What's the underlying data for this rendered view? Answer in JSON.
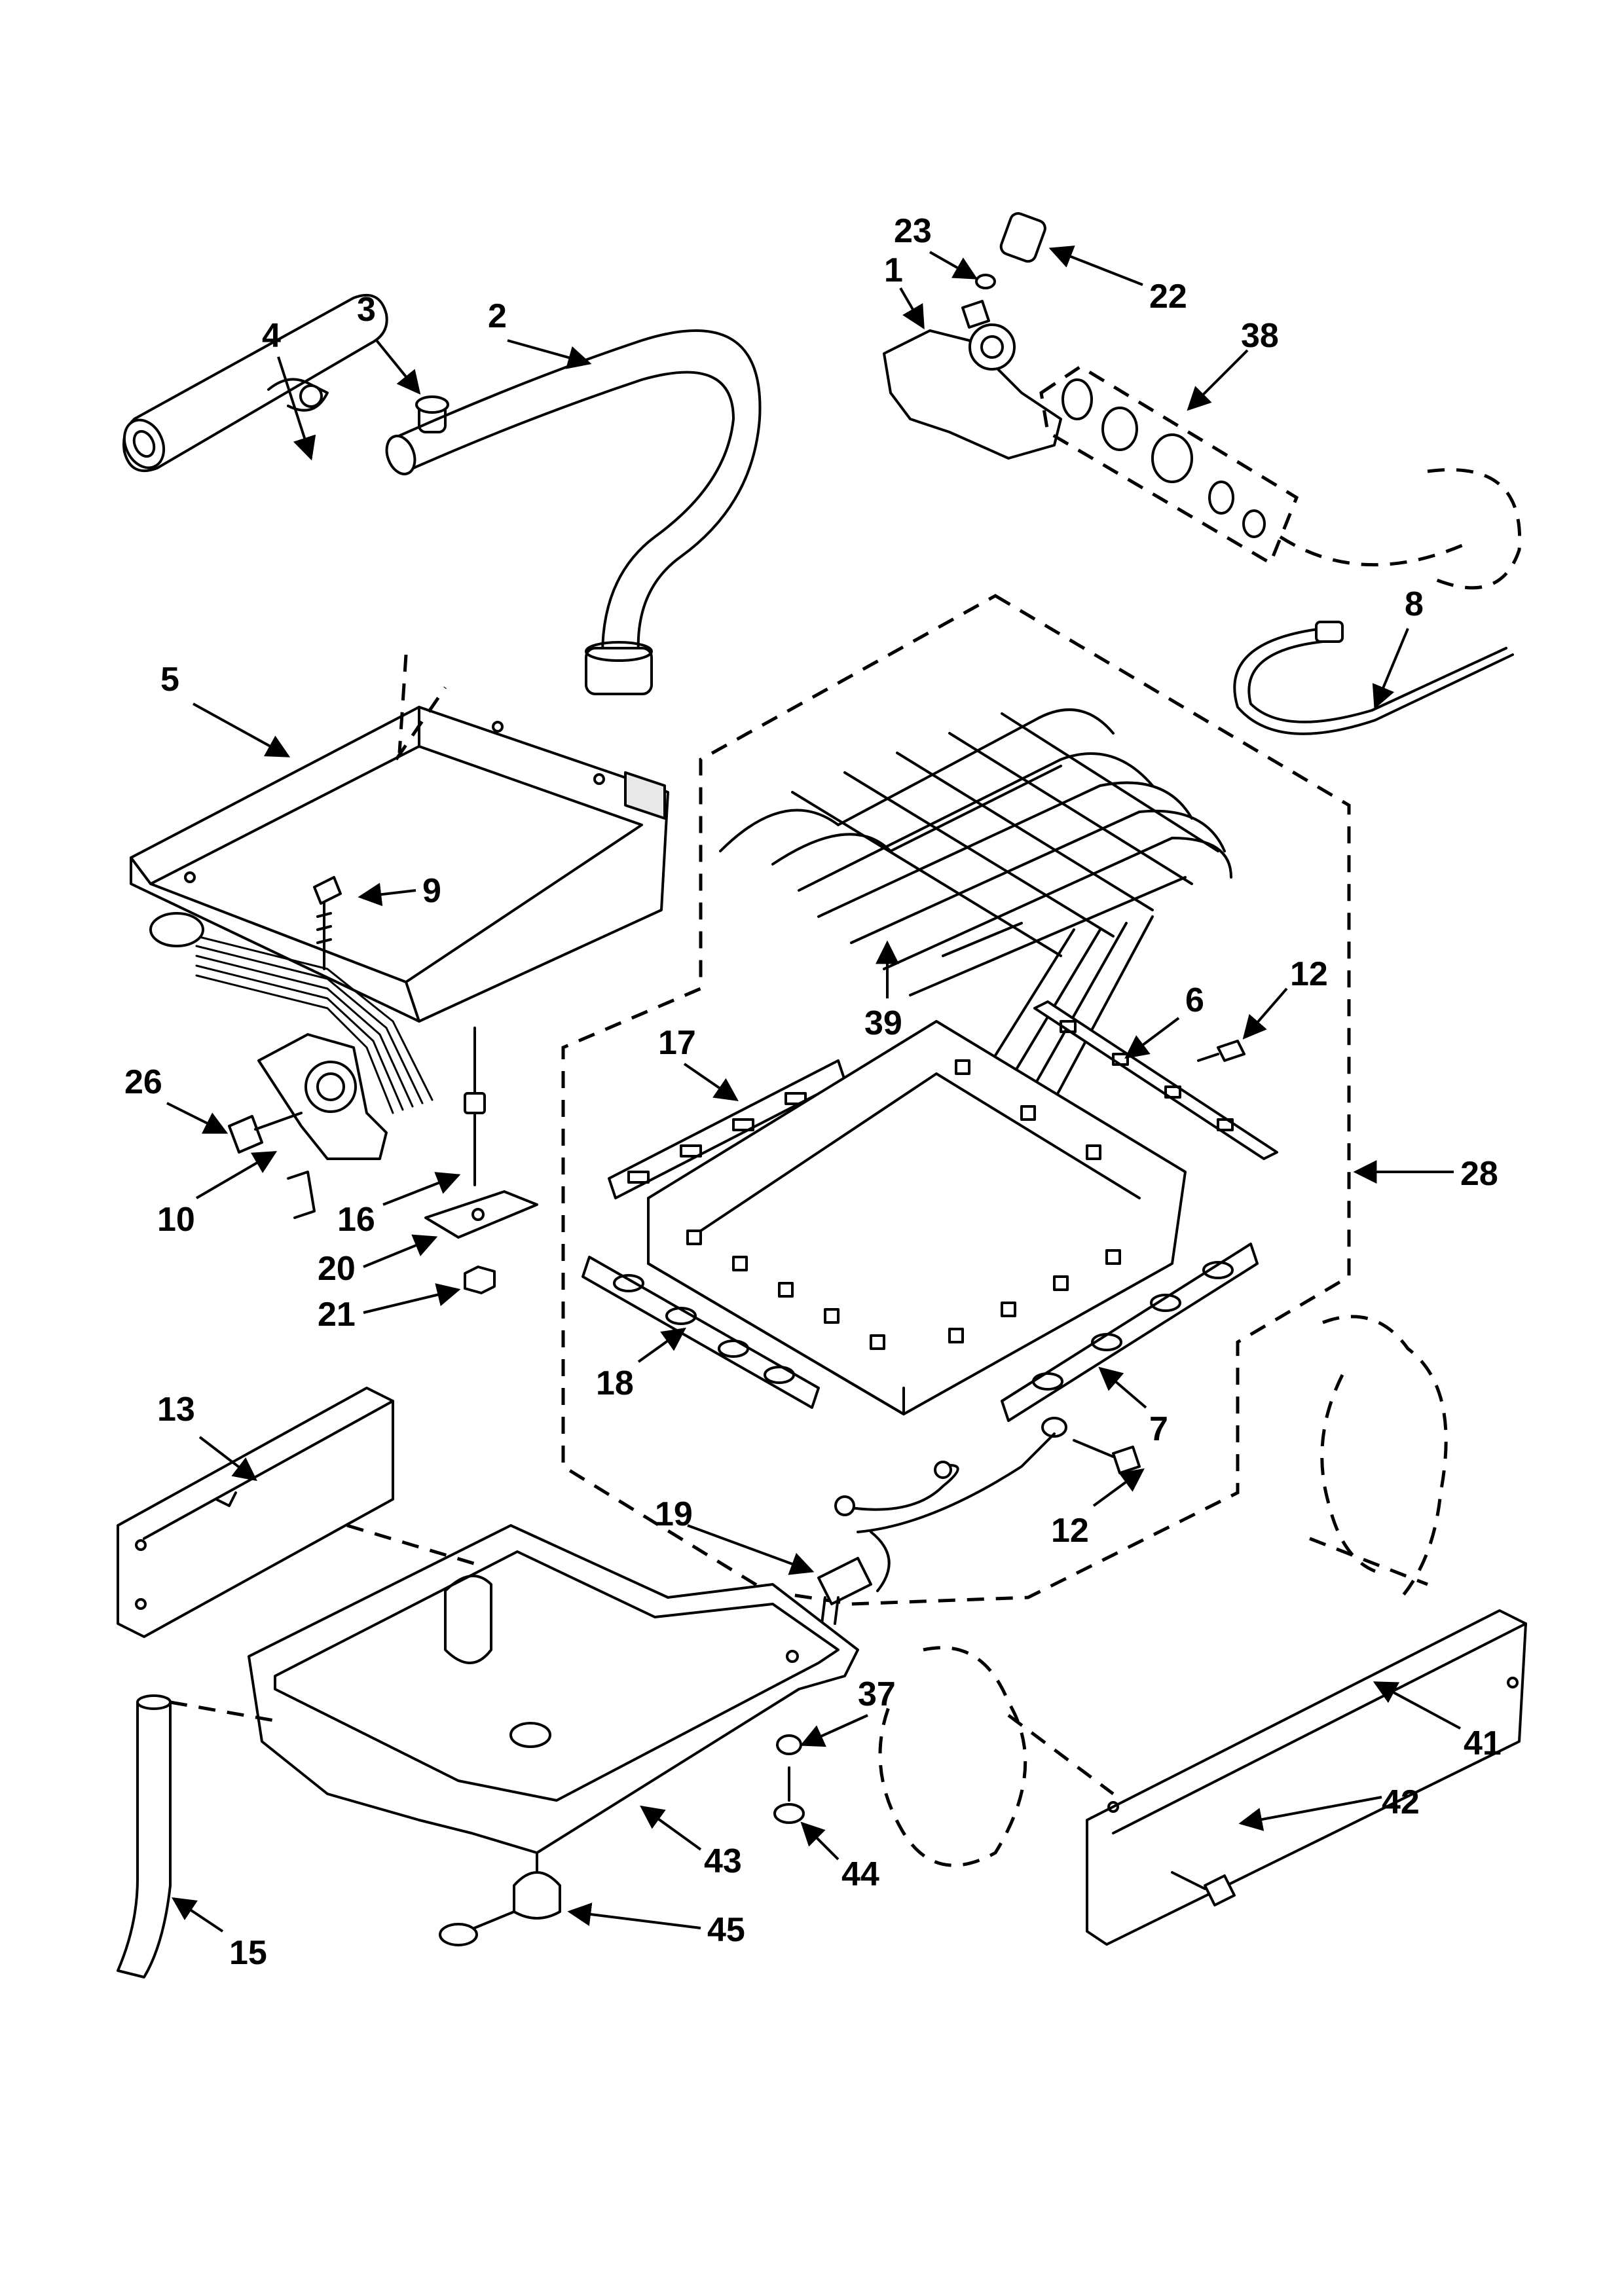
{
  "diagram": {
    "type": "exploded-parts-view",
    "callouts": [
      {
        "id": "c1",
        "label": "1"
      },
      {
        "id": "c2",
        "label": "2"
      },
      {
        "id": "c3",
        "label": "3"
      },
      {
        "id": "c4",
        "label": "4"
      },
      {
        "id": "c5",
        "label": "5"
      },
      {
        "id": "c6",
        "label": "6"
      },
      {
        "id": "c7",
        "label": "7"
      },
      {
        "id": "c8",
        "label": "8"
      },
      {
        "id": "c9",
        "label": "9"
      },
      {
        "id": "c10",
        "label": "10"
      },
      {
        "id": "c12a",
        "label": "12"
      },
      {
        "id": "c12b",
        "label": "12"
      },
      {
        "id": "c13",
        "label": "13"
      },
      {
        "id": "c15",
        "label": "15"
      },
      {
        "id": "c16",
        "label": "16"
      },
      {
        "id": "c17",
        "label": "17"
      },
      {
        "id": "c18",
        "label": "18"
      },
      {
        "id": "c19",
        "label": "19"
      },
      {
        "id": "c20",
        "label": "20"
      },
      {
        "id": "c21",
        "label": "21"
      },
      {
        "id": "c22",
        "label": "22"
      },
      {
        "id": "c23",
        "label": "23"
      },
      {
        "id": "c26",
        "label": "26"
      },
      {
        "id": "c28",
        "label": "28"
      },
      {
        "id": "c37",
        "label": "37"
      },
      {
        "id": "c38",
        "label": "38"
      },
      {
        "id": "c39",
        "label": "39"
      },
      {
        "id": "c41",
        "label": "41"
      },
      {
        "id": "c42",
        "label": "42"
      },
      {
        "id": "c43",
        "label": "43"
      },
      {
        "id": "c44",
        "label": "44"
      },
      {
        "id": "c45",
        "label": "45"
      }
    ]
  }
}
